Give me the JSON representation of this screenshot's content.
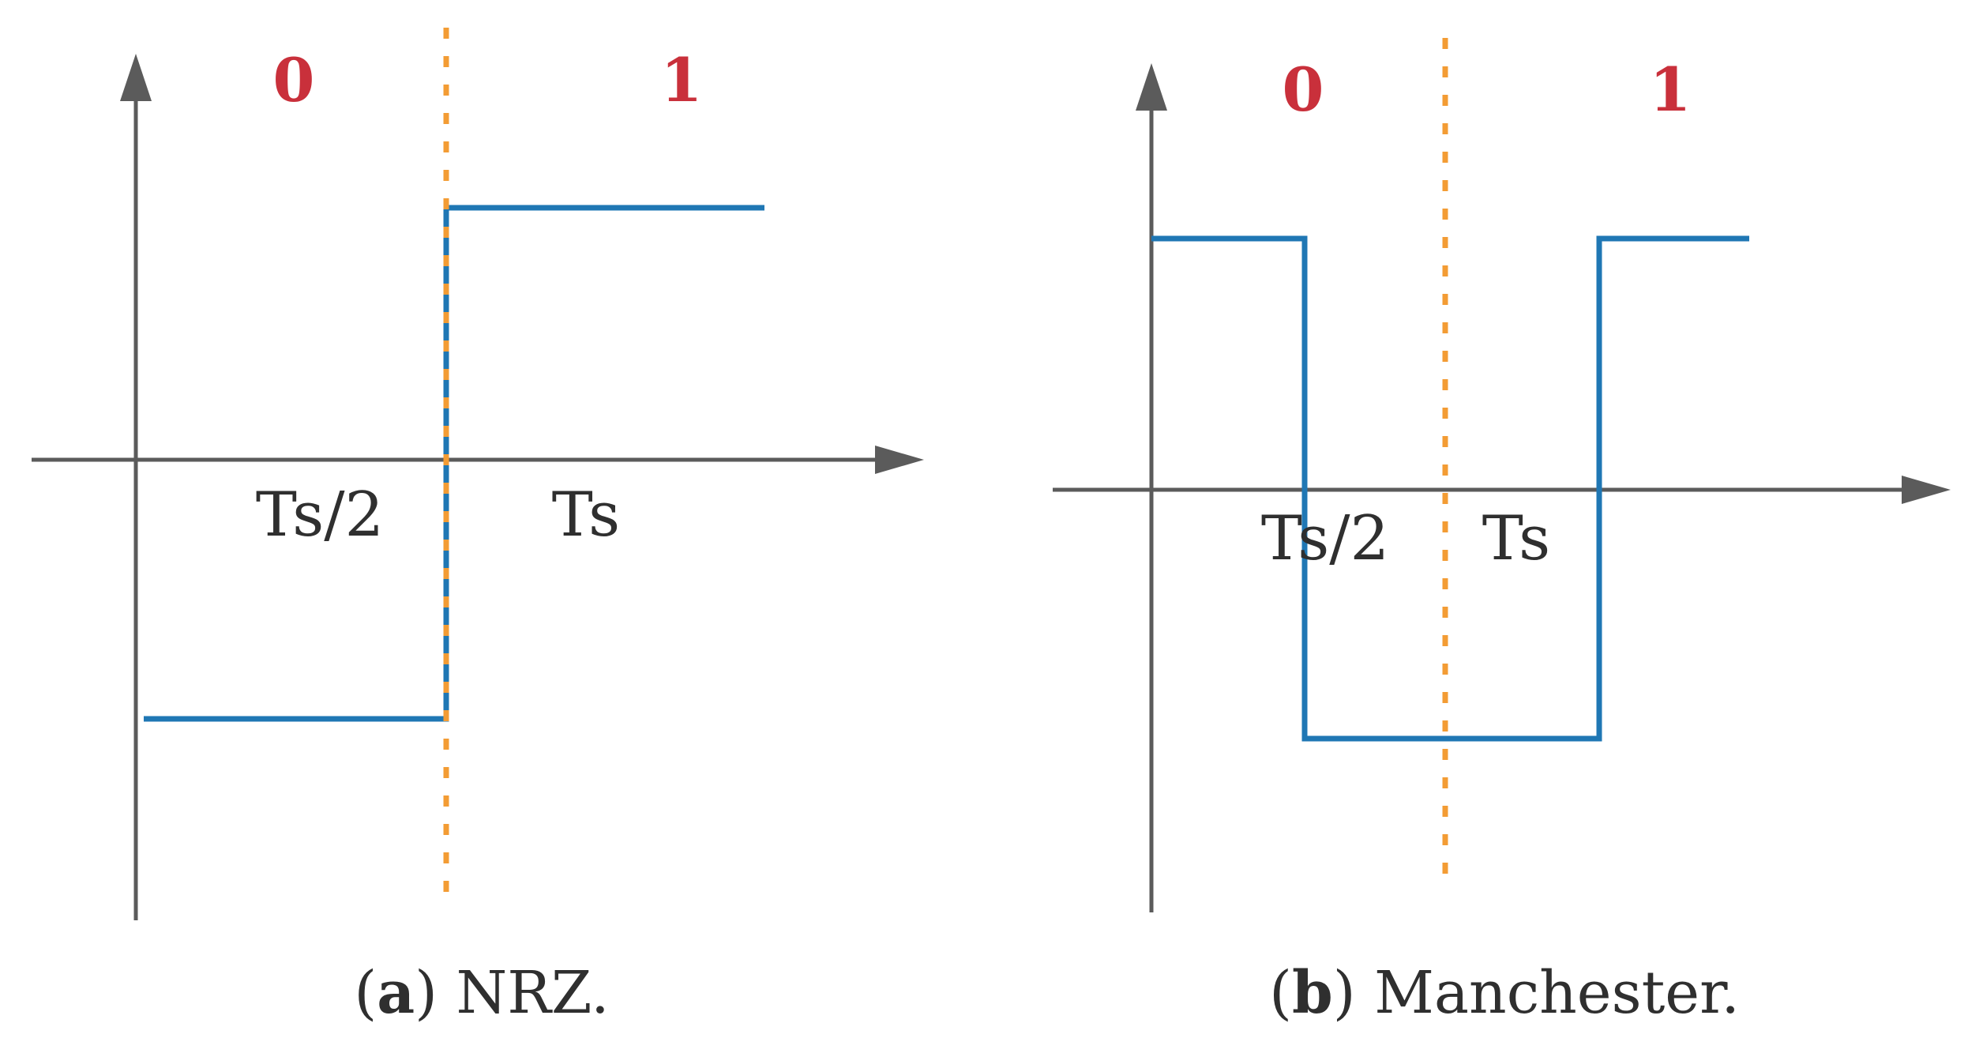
{
  "colors": {
    "axis": "#5b5b5b",
    "signal": "#1f77b4",
    "divider": "#f39c34",
    "bit_label": "#c9303b",
    "text": "#2f2f2f"
  },
  "panels": [
    {
      "id": "a",
      "bits": [
        "0",
        "1"
      ],
      "ticks": [
        "Ts/2",
        "Ts"
      ],
      "caption_letter": "a",
      "caption_text": " NRZ.",
      "levels": [
        -1,
        1
      ]
    },
    {
      "id": "b",
      "bits": [
        "0",
        "1"
      ],
      "ticks": [
        "Ts/2",
        "Ts"
      ],
      "caption_letter": "b",
      "caption_text": " Manchester.",
      "levels": [
        1,
        -1,
        1
      ]
    }
  ]
}
